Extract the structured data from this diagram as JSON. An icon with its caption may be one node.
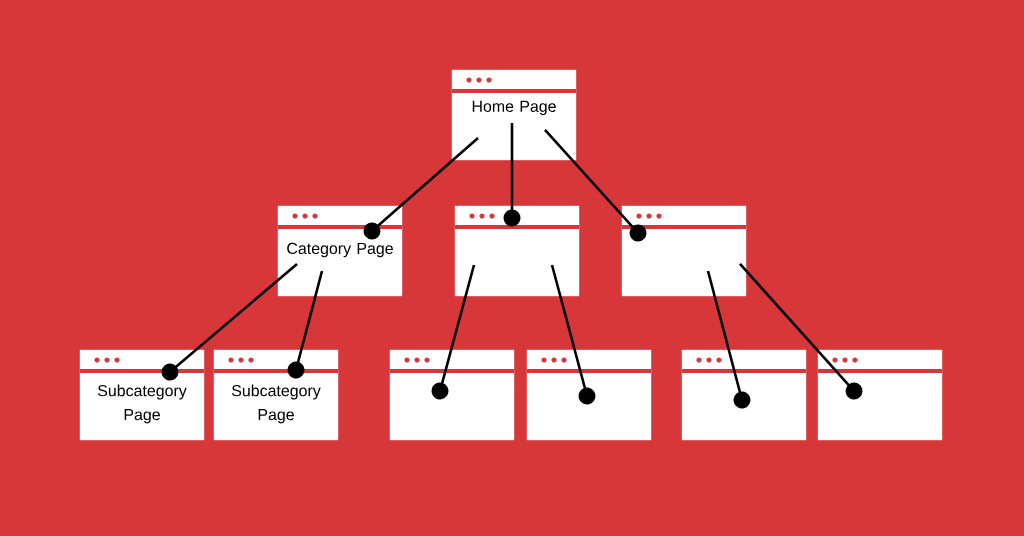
{
  "diagram": {
    "nodes": [
      {
        "text": [
          "Home Page"
        ]
      },
      {
        "text": [
          "Category Page"
        ]
      },
      {
        "text": [],
        "shape": "box"
      },
      {
        "text": [],
        "shape": "box"
      },
      {
        "text": [
          "Subcategory Page"
        ]
      },
      {
        "text": [
          "Subcategory Page"
        ]
      },
      {
        "text": [],
        "shape": "box"
      },
      {
        "text": [],
        "shape": "box"
      },
      {
        "text": [],
        "shape": "box"
      },
      {
        "text": [],
        "shape": "box"
      }
    ],
    "edges": [
      {
        "from": 0,
        "to": 1,
        "arrow": "other"
      },
      {
        "from": 0,
        "to": 2,
        "arrow": "other"
      },
      {
        "from": 0,
        "to": 3,
        "arrow": "other"
      },
      {
        "from": 1,
        "to": 4,
        "arrow": "other"
      },
      {
        "from": 1,
        "to": 5,
        "arrow": "other"
      },
      {
        "from": 2,
        "to": 6,
        "arrow": "other"
      },
      {
        "from": 2,
        "to": 7,
        "arrow": "other"
      },
      {
        "from": 3,
        "to": 8,
        "arrow": "other"
      },
      {
        "from": 3,
        "to": 9,
        "arrow": "other"
      }
    ]
  }
}
